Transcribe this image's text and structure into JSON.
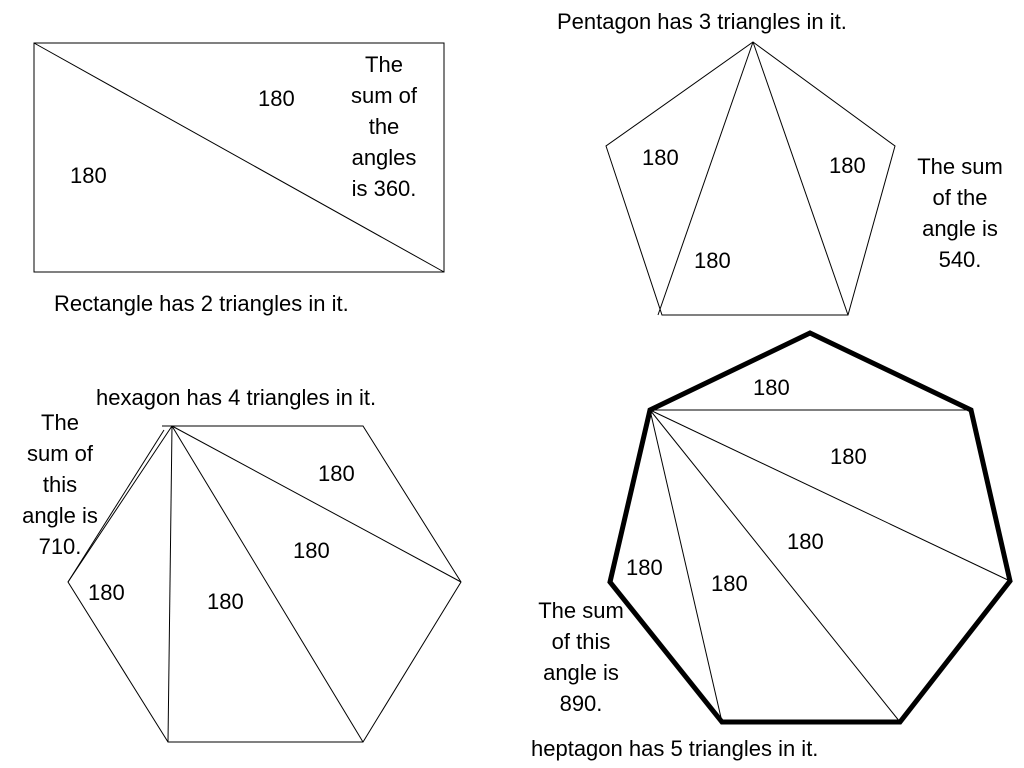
{
  "rectangle": {
    "caption": "Rectangle has 2 triangles in it.",
    "sum_note": [
      "The",
      "sum of",
      "the",
      "angles",
      "is 360."
    ],
    "triangle_labels": [
      "180",
      "180"
    ]
  },
  "pentagon": {
    "caption": "Pentagon has 3 triangles in it.",
    "sum_note": [
      "The sum",
      "of the",
      "angle is",
      "540."
    ],
    "triangle_labels": [
      "180",
      "180",
      "180"
    ]
  },
  "hexagon": {
    "caption": "hexagon has 4 triangles in it.",
    "sum_note": [
      "The",
      "sum of",
      "this",
      "angle is",
      "710."
    ],
    "triangle_labels": [
      "180",
      "180",
      "180",
      "180"
    ]
  },
  "heptagon": {
    "caption": "heptagon has 5 triangles in it.",
    "sum_note": [
      "The sum",
      "of this",
      "angle is",
      "890."
    ],
    "triangle_labels": [
      "180",
      "180",
      "180",
      "180",
      "180"
    ]
  }
}
